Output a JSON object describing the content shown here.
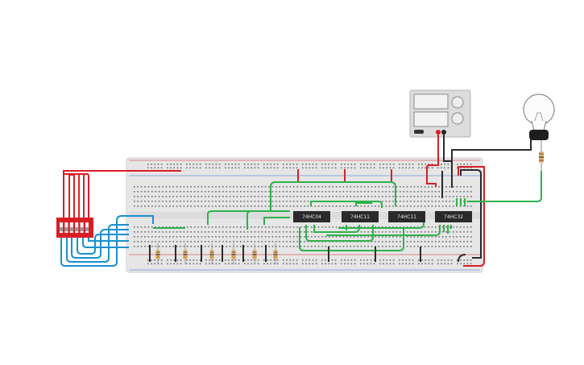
{
  "chips": [
    {
      "label": "74HC04"
    },
    {
      "label": "74HC11"
    },
    {
      "label": "74HC11"
    },
    {
      "label": "74HC32"
    }
  ],
  "colors": {
    "breadboard": "#e6e6e6",
    "breadboard_edge": "#d2d2d2",
    "hole": "#6d6d6d",
    "rail_red": "#d81f26",
    "rail_blue": "#2a6dd1",
    "wire_red": "#d81f26",
    "wire_blue": "#1a8fd0",
    "wire_green": "#2db34a",
    "wire_black": "#2b2b2b",
    "chip": "#2a2a2a",
    "dip_switch": "#d81f26"
  },
  "icons": [
    "dip-switch-icon",
    "power-supply-icon",
    "light-bulb-icon",
    "resistor-icon"
  ]
}
